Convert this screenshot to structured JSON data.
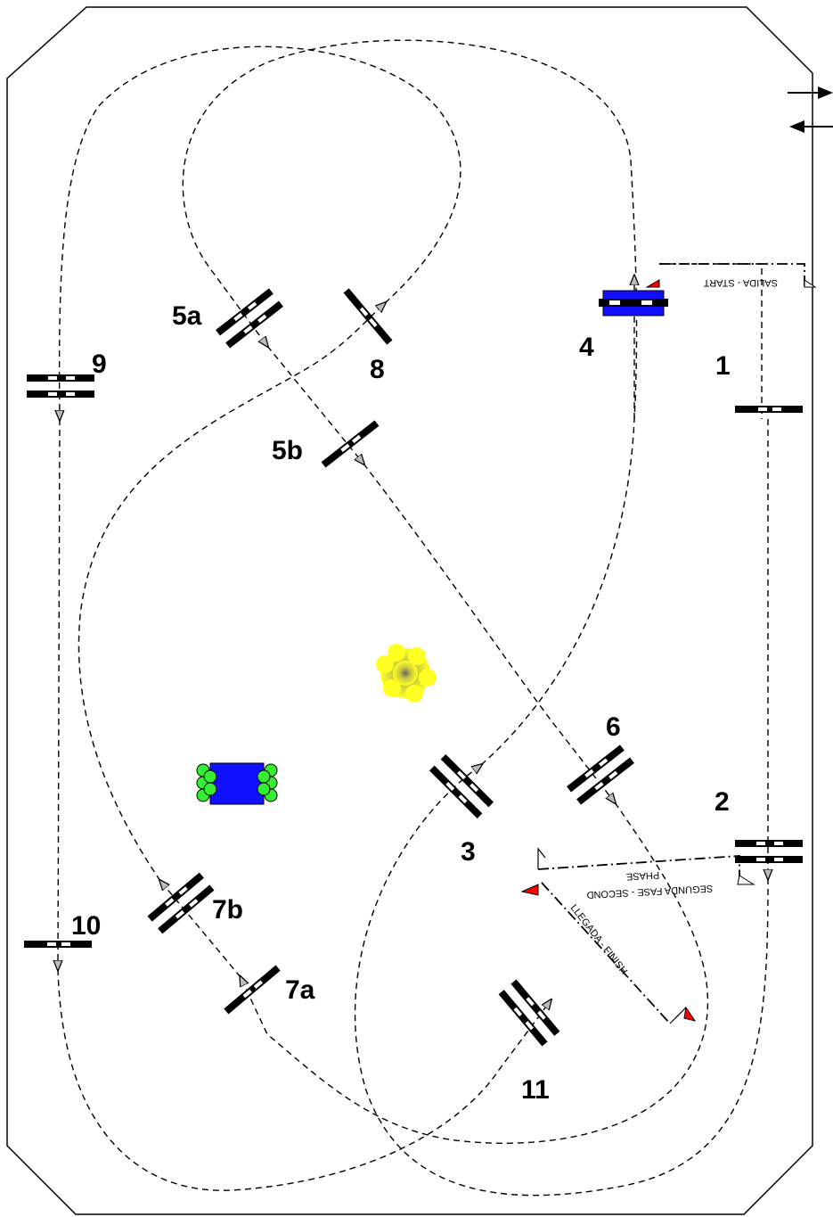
{
  "obstacle_numbers": {
    "n1": "1",
    "n2": "2",
    "n3": "3",
    "n4": "4",
    "n5a": "5a",
    "n5b": "5b",
    "n6": "6",
    "n7a": "7a",
    "n7b": "7b",
    "n8": "8",
    "n9": "9",
    "n10": "10",
    "n11": "11"
  },
  "lines": {
    "start": "SALIDA - START",
    "second_phase_a": "SEGUNDA FASE - SECOND",
    "second_phase_b": "PHASE",
    "finish": "LLEGADA - FINISH"
  },
  "colors": {
    "water": "#1010ff",
    "shrub": "#33ee33",
    "bush": "#ffff22",
    "flag": "#ff0000"
  }
}
